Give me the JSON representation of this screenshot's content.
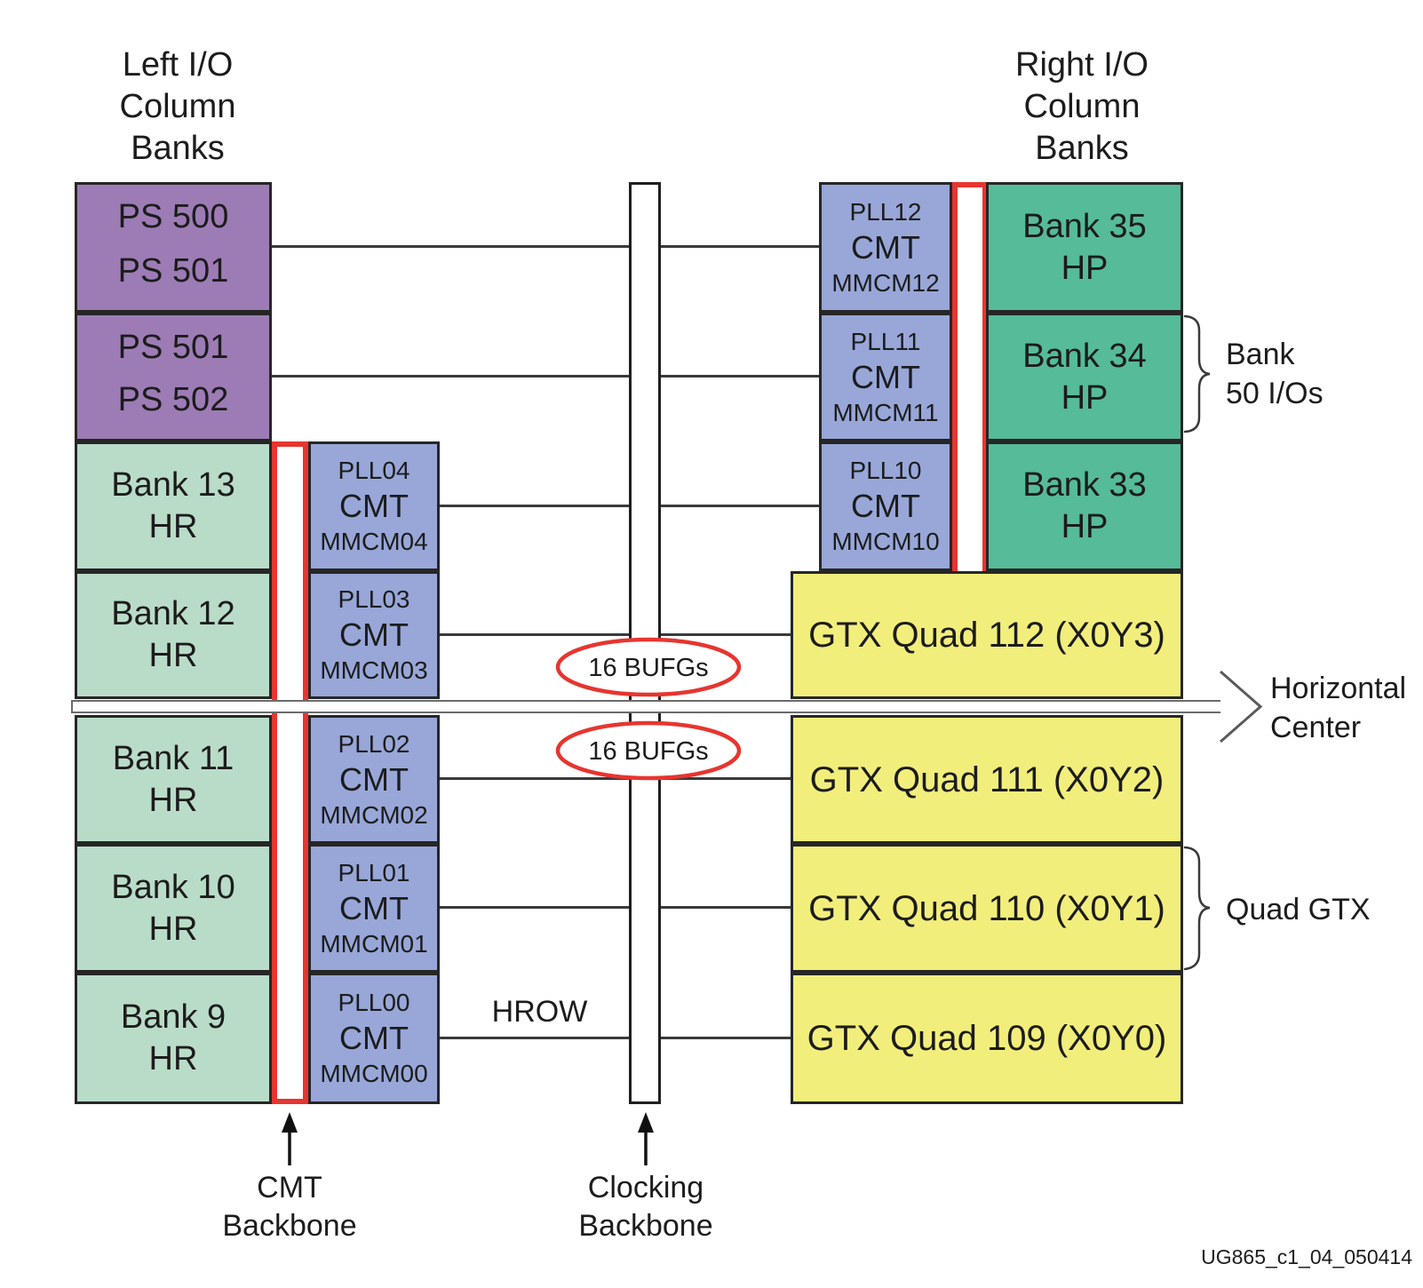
{
  "titles": {
    "left": "Left I/O\nColumn\nBanks",
    "right": "Right I/O\nColumn\nBanks"
  },
  "ps_banks": [
    {
      "top": "PS 500",
      "bottom": "PS 501"
    },
    {
      "top": "PS 501",
      "bottom": "PS 502"
    }
  ],
  "hr_banks": [
    {
      "name": "Bank 13",
      "type": "HR"
    },
    {
      "name": "Bank 12",
      "type": "HR"
    },
    {
      "name": "Bank 11",
      "type": "HR"
    },
    {
      "name": "Bank 10",
      "type": "HR"
    },
    {
      "name": "Bank 9",
      "type": "HR"
    }
  ],
  "left_cmts": [
    {
      "pll": "PLL04",
      "core": "CMT",
      "mmcm": "MMCM04"
    },
    {
      "pll": "PLL03",
      "core": "CMT",
      "mmcm": "MMCM03"
    },
    {
      "pll": "PLL02",
      "core": "CMT",
      "mmcm": "MMCM02"
    },
    {
      "pll": "PLL01",
      "core": "CMT",
      "mmcm": "MMCM01"
    },
    {
      "pll": "PLL00",
      "core": "CMT",
      "mmcm": "MMCM00"
    }
  ],
  "right_cmts": [
    {
      "pll": "PLL12",
      "core": "CMT",
      "mmcm": "MMCM12"
    },
    {
      "pll": "PLL11",
      "core": "CMT",
      "mmcm": "MMCM11"
    },
    {
      "pll": "PLL10",
      "core": "CMT",
      "mmcm": "MMCM10"
    }
  ],
  "hp_banks": [
    {
      "name": "Bank 35",
      "type": "HP"
    },
    {
      "name": "Bank 34",
      "type": "HP"
    },
    {
      "name": "Bank 33",
      "type": "HP"
    }
  ],
  "gtx_quads": [
    "GTX Quad 112 (X0Y3)",
    "GTX Quad 111 (X0Y2)",
    "GTX Quad 110 (X0Y1)",
    "GTX Quad 109 (X0Y0)"
  ],
  "annotations": {
    "bufg_top": "16 BUFGs",
    "bufg_bottom": "16 BUFGs",
    "hrow": "HROW",
    "horizontal_center": "Horizontal\nCenter",
    "bank_50_ios": "Bank\n50 I/Os",
    "quad_gtx": "Quad GTX",
    "cmt_backbone": "CMT\nBackbone",
    "clocking_backbone": "Clocking\nBackbone",
    "figure_id": "UG865_c1_04_050414"
  },
  "colors": {
    "ps_purple": "#9d7cb6",
    "hr_green": "#b9dcc8",
    "hp_teal": "#55bb99",
    "cmt_blue": "#98a7d8",
    "gtx_yellow": "#f2ee7c",
    "backbone_red": "#e73530",
    "box_border": "#262626",
    "connector_gray": "#3a3a3a"
  }
}
